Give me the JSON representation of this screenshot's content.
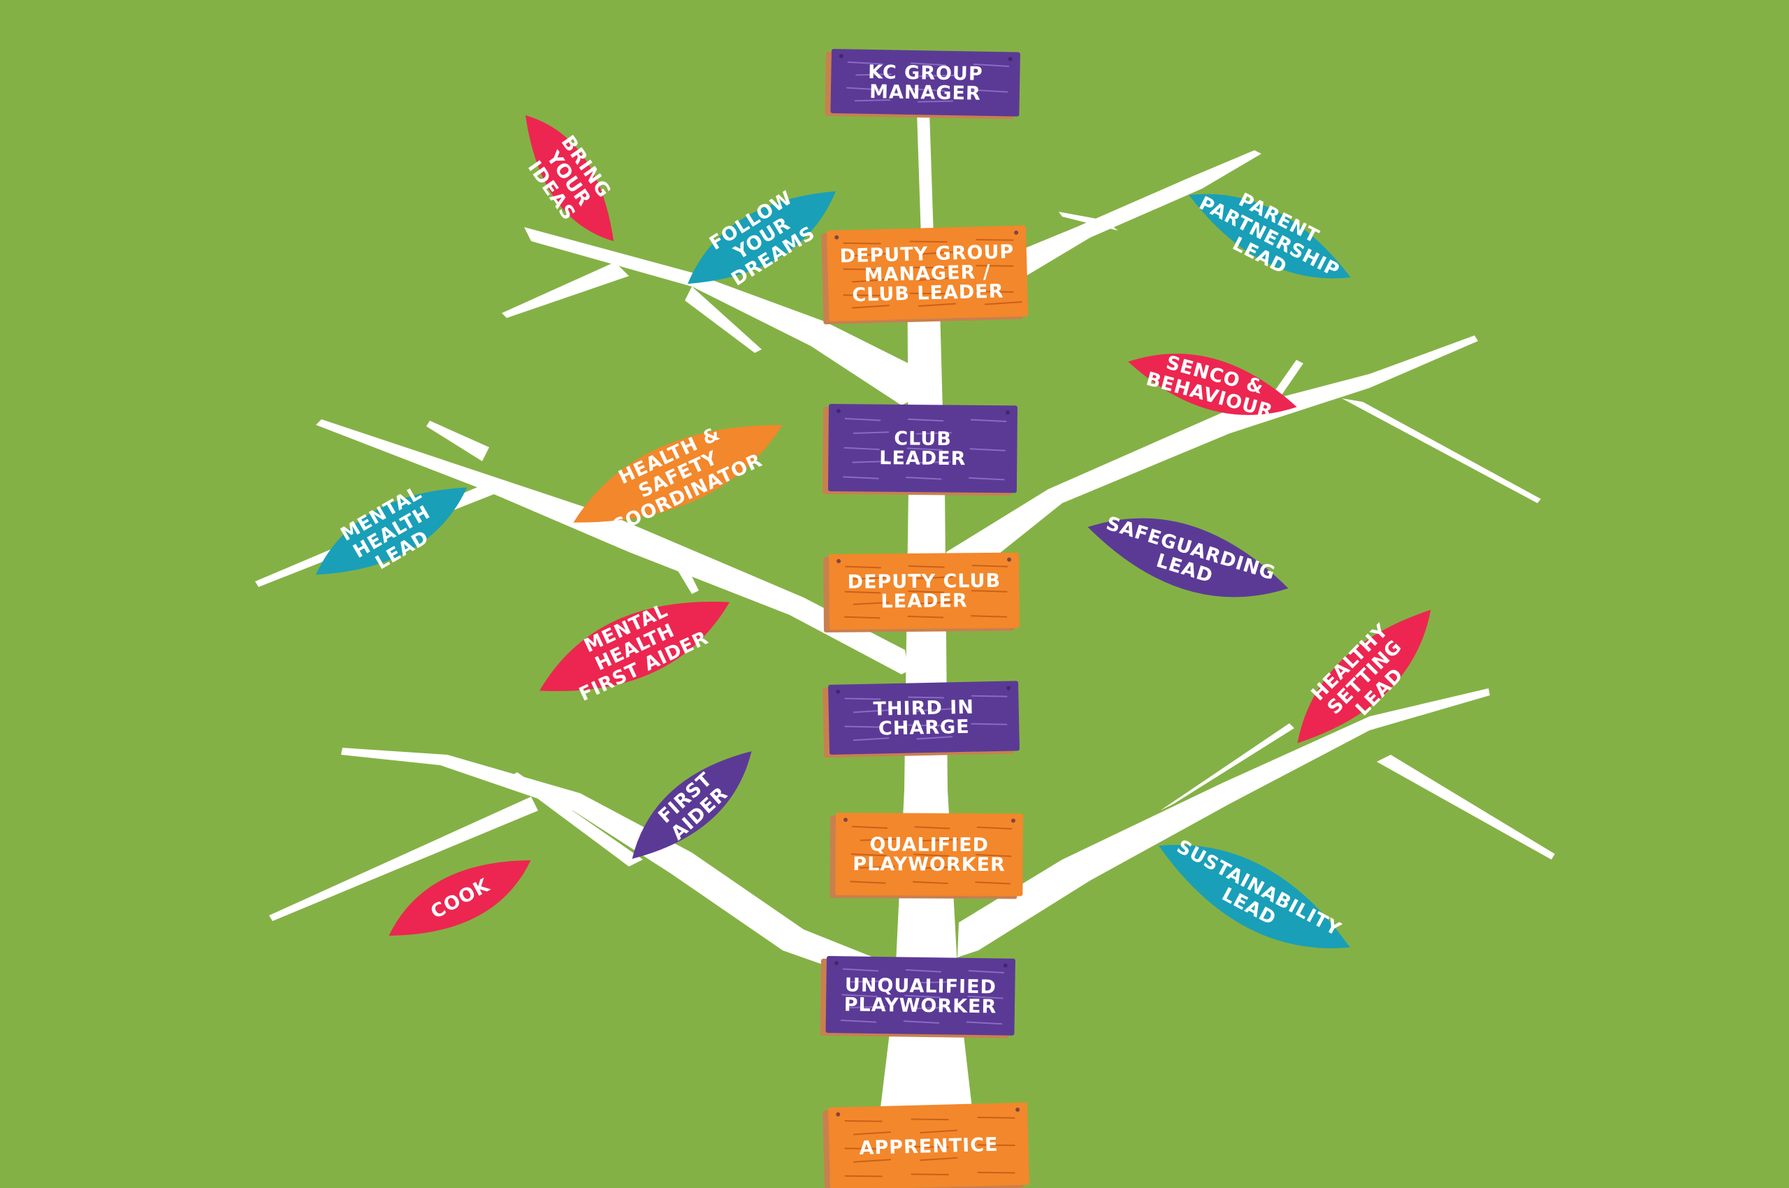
{
  "colors": {
    "background": "#84b145",
    "trunk": "#ffffff",
    "purple": "#5b3a96",
    "orange": "#f3872b",
    "red": "#ec2650",
    "teal": "#1a9fb8",
    "sign_edge": "#c8804f",
    "grain_purple": "#8a6ac4",
    "grain_orange": "#c9601a"
  },
  "signs": [
    {
      "lines": [
        "KC GROUP",
        "MANAGER"
      ],
      "color": "purple"
    },
    {
      "lines": [
        "DEPUTY GROUP",
        "MANAGER /",
        "CLUB LEADER"
      ],
      "color": "orange"
    },
    {
      "lines": [
        "CLUB",
        "LEADER"
      ],
      "color": "purple"
    },
    {
      "lines": [
        "DEPUTY CLUB",
        "LEADER"
      ],
      "color": "orange"
    },
    {
      "lines": [
        "THIRD IN",
        "CHARGE"
      ],
      "color": "purple"
    },
    {
      "lines": [
        "QUALIFIED",
        "PLAYWORKER"
      ],
      "color": "orange"
    },
    {
      "lines": [
        "UNQUALIFIED",
        "PLAYWORKER"
      ],
      "color": "purple"
    },
    {
      "lines": [
        "APPRENTICE"
      ],
      "color": "orange"
    }
  ],
  "leaves": [
    {
      "lines": [
        "BRING",
        "YOUR",
        "IDEAS"
      ],
      "color": "red",
      "icon": "leaf-icon"
    },
    {
      "lines": [
        "FOLLOW",
        "YOUR",
        "DREAMS"
      ],
      "color": "teal",
      "icon": "leaf-icon"
    },
    {
      "lines": [
        "PARENT",
        "PARTNERSHIP",
        "LEAD"
      ],
      "color": "teal",
      "icon": "leaf-icon"
    },
    {
      "lines": [
        "SENCO &",
        "BEHAVIOUR"
      ],
      "color": "red",
      "icon": "leaf-icon"
    },
    {
      "lines": [
        "HEALTH &",
        "SAFETY",
        "COORDINATOR"
      ],
      "color": "orange",
      "icon": "leaf-icon"
    },
    {
      "lines": [
        "MENTAL",
        "HEALTH",
        "LEAD"
      ],
      "color": "teal",
      "icon": "leaf-icon"
    },
    {
      "lines": [
        "SAFEGUARDING",
        "LEAD"
      ],
      "color": "purple",
      "icon": "leaf-icon"
    },
    {
      "lines": [
        "MENTAL",
        "HEALTH",
        "FIRST AIDER"
      ],
      "color": "red",
      "icon": "leaf-icon"
    },
    {
      "lines": [
        "HEALTHY",
        "SETTING",
        "LEAD"
      ],
      "color": "red",
      "icon": "leaf-icon"
    },
    {
      "lines": [
        "FIRST",
        "AIDER"
      ],
      "color": "purple",
      "icon": "leaf-icon"
    },
    {
      "lines": [
        "COOK"
      ],
      "color": "red",
      "icon": "leaf-icon"
    },
    {
      "lines": [
        "SUSTAINABILITY",
        "LEAD"
      ],
      "color": "teal",
      "icon": "leaf-icon"
    }
  ]
}
